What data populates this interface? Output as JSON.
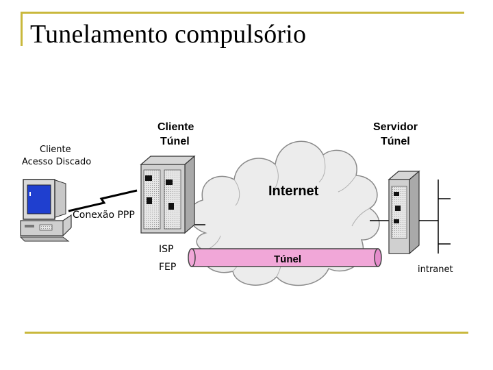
{
  "slide": {
    "title": "Tunelamento compulsório"
  },
  "diagram": {
    "client_dialup_label_1": "Cliente",
    "client_dialup_label_2": "Acesso Discado",
    "tunnel_client_label_1": "Cliente",
    "tunnel_client_label_2": "Túnel",
    "tunnel_server_label_1": "Servidor",
    "tunnel_server_label_2": "Túnel",
    "ppp_connection_label": "Conexão PPP",
    "isp_label": "ISP",
    "fep_label": "FEP",
    "internet_label": "Internet",
    "tunnel_label": "Túnel",
    "intranet_label": "intranet",
    "colors": {
      "accent_rule": "#c9b83c",
      "tunnel_fill": "#f1a7d8",
      "cloud_fill": "#ececec",
      "monitor_screen": "#1f3fcf"
    }
  }
}
